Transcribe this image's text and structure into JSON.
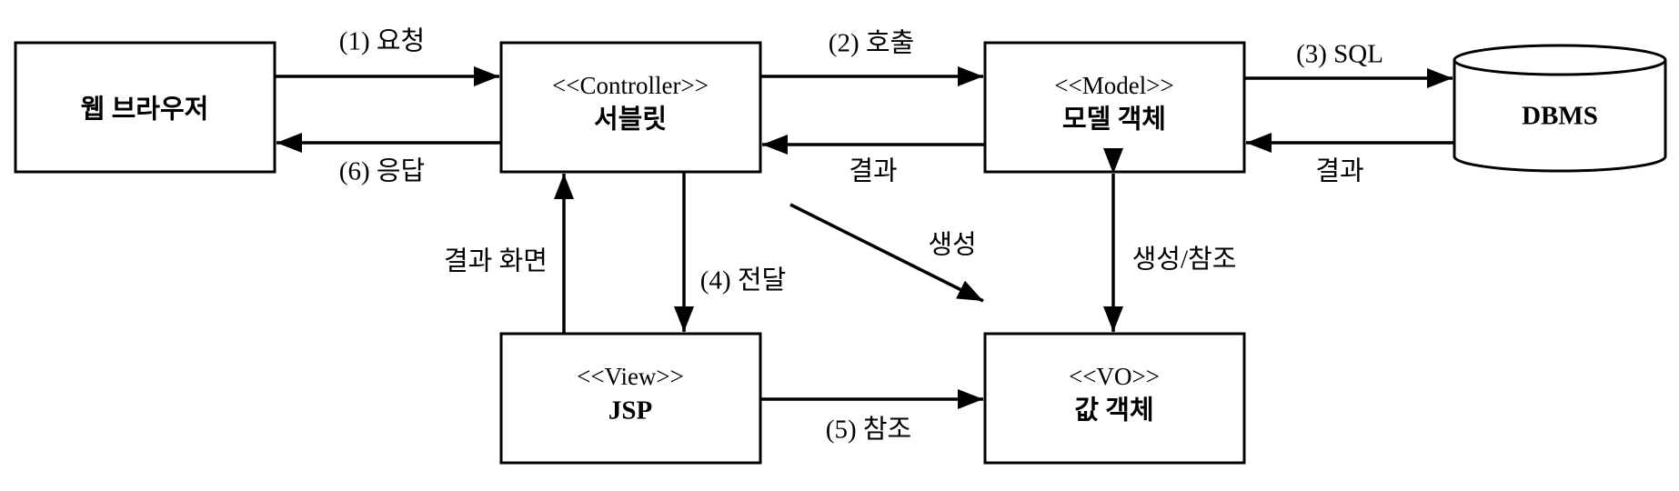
{
  "nodes": {
    "browser": {
      "title": "웹 브라우저"
    },
    "controller": {
      "stereotype": "<<Controller>>",
      "title": "서블릿"
    },
    "model": {
      "stereotype": "<<Model>>",
      "title": "모델 객체"
    },
    "dbms": {
      "title": "DBMS"
    },
    "view": {
      "stereotype": "<<View>>",
      "title": "JSP"
    },
    "vo": {
      "stereotype": "<<VO>>",
      "title": "값 객체"
    }
  },
  "edges": {
    "request": "(1) 요청",
    "response": "(6) 응답",
    "call": "(2) 호출",
    "controller_result": "결과",
    "sql": "(3) SQL",
    "db_result": "결과",
    "result_screen": "결과 화면",
    "forward": "(4) 전달",
    "create": "생성",
    "create_ref": "생성/참조",
    "reference": "(5) 참조"
  }
}
